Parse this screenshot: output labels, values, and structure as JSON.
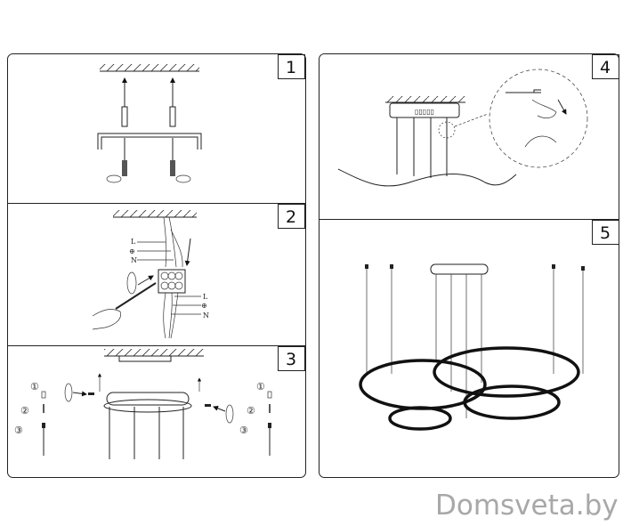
{
  "steps": [
    {
      "number": "1"
    },
    {
      "number": "2",
      "labels_top": [
        "L",
        "⊕",
        "N"
      ],
      "labels_bottom": [
        "L",
        "⊕",
        "N"
      ]
    },
    {
      "number": "3",
      "sub_steps": [
        "①",
        "②",
        "③"
      ]
    },
    {
      "number": "4"
    },
    {
      "number": "5"
    }
  ],
  "watermark": "Domsveta.by"
}
